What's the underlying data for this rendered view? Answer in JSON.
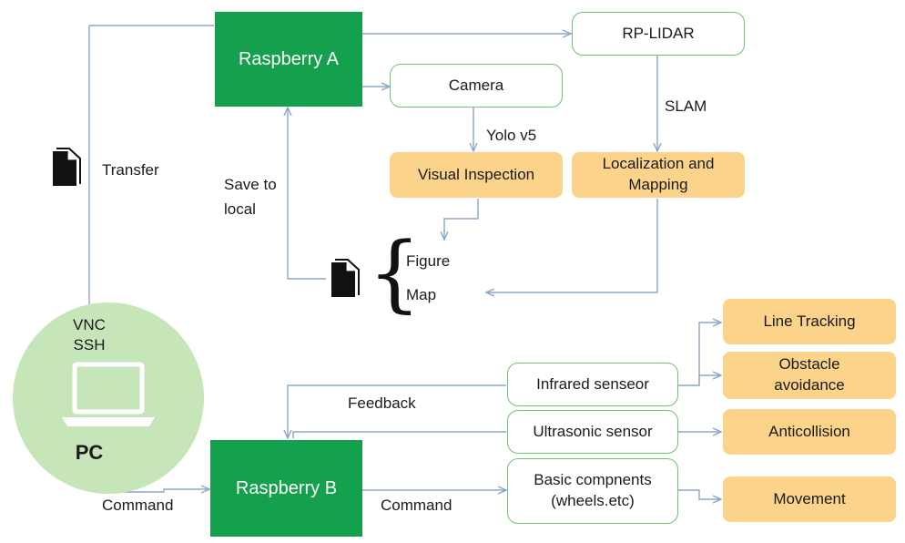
{
  "colors": {
    "green": "#14a04c",
    "outline": "#6cc26f",
    "orange": "#fcd38a",
    "pc_circle": "#c6e6b9",
    "arrow": "#8ba6c8"
  },
  "nodes": {
    "raspberry_a": "Raspberry A",
    "raspberry_b": "Raspberry B",
    "rp_lidar": "RP-LIDAR",
    "camera": "Camera",
    "visual_inspection": "Visual Inspection",
    "localization_mapping": [
      "Localization and",
      "Mapping"
    ],
    "infrared_sensor": "Infrared senseor",
    "ultrasonic_sensor": "Ultrasonic sensor",
    "basic_components": [
      "Basic compnents",
      "(wheels.etc)"
    ],
    "line_tracking": "Line Tracking",
    "obstacle_avoidance": [
      "Obstacle",
      "avoidance"
    ],
    "anticollision": "Anticollision",
    "movement": "Movement"
  },
  "pc": {
    "line1": "VNC",
    "line2": "SSH",
    "label": "PC"
  },
  "labels": {
    "transfer": "Transfer",
    "slam": "SLAM",
    "yolo": "Yolo v5",
    "save_to_local": [
      "Save to",
      "local"
    ],
    "figure": "Figure",
    "map": "Map",
    "feedback": "Feedback",
    "command_pc": "Command",
    "command_b": "Command"
  },
  "icons": {
    "transfer": "document-icon",
    "output": "document-icon",
    "pc": "laptop-icon"
  }
}
